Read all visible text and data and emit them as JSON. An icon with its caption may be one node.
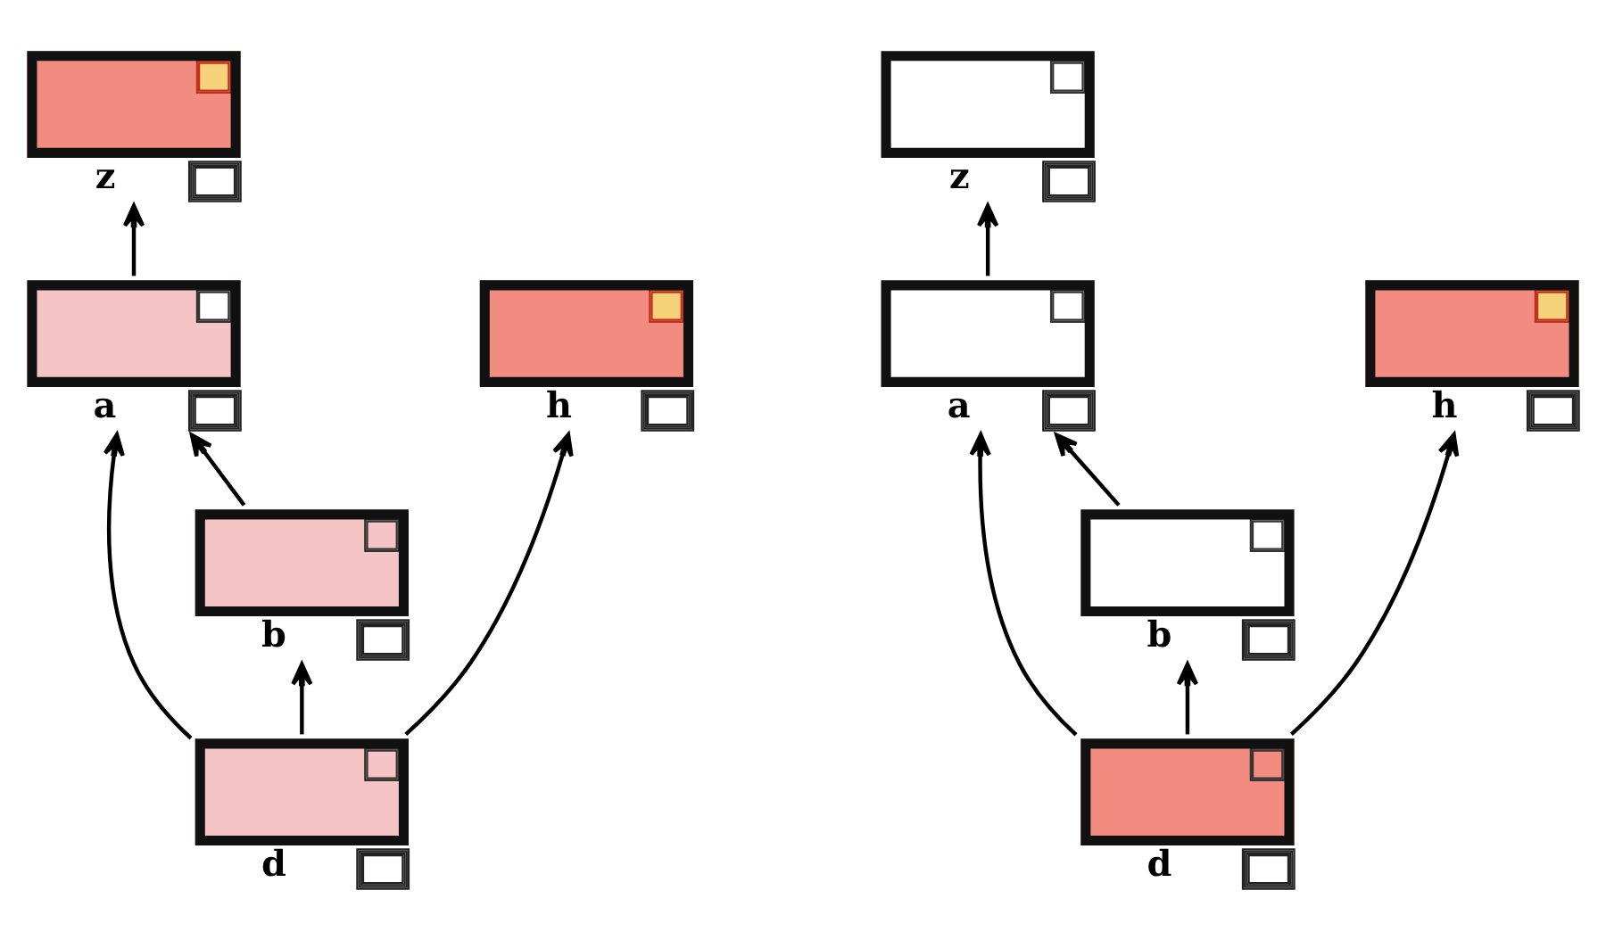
{
  "diagram": {
    "nodes": [
      {
        "text": [
          "z"
        ]
      },
      {
        "text": [
          "a"
        ]
      },
      {
        "text": [
          "h"
        ]
      },
      {
        "text": [
          "b"
        ]
      },
      {
        "text": [
          "d"
        ]
      },
      {
        "text": [
          "z"
        ]
      },
      {
        "text": [
          "a"
        ]
      },
      {
        "text": [
          "h"
        ]
      },
      {
        "text": [
          "b"
        ]
      },
      {
        "text": [
          "d"
        ]
      }
    ],
    "edges": [
      {
        "from": 1,
        "to": 0,
        "arrow": "to"
      },
      {
        "from": 3,
        "to": 1,
        "arrow": "to"
      },
      {
        "from": 4,
        "to": 1,
        "arrow": "to"
      },
      {
        "from": 4,
        "to": 3,
        "arrow": "to"
      },
      {
        "from": 4,
        "to": 2,
        "arrow": "to"
      },
      {
        "from": 6,
        "to": 5,
        "arrow": "to"
      },
      {
        "from": 8,
        "to": 6,
        "arrow": "to"
      },
      {
        "from": 9,
        "to": 6,
        "arrow": "to"
      },
      {
        "from": 9,
        "to": 8,
        "arrow": "to"
      },
      {
        "from": 9,
        "to": 7,
        "arrow": "to"
      }
    ]
  }
}
